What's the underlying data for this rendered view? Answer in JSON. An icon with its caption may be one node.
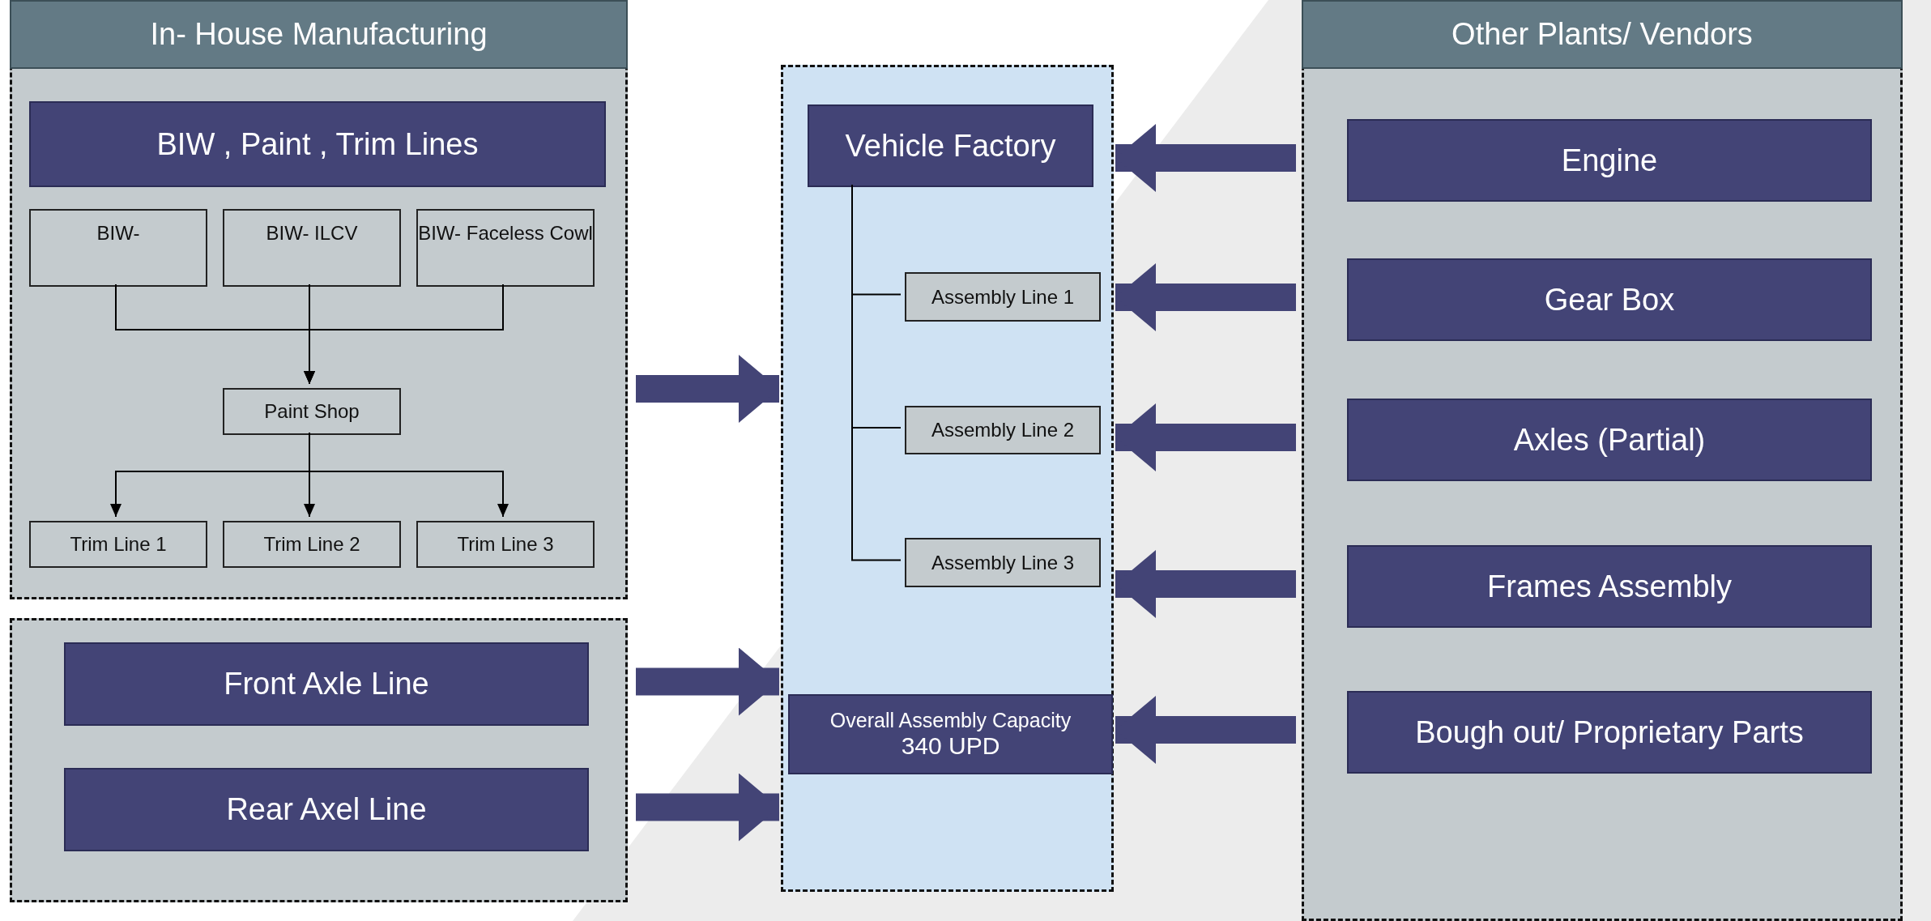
{
  "diagram": {
    "nodes": [
      {
        "text": [
          "In- House Manufacturing"
        ]
      },
      {
        "text": [
          "BIW , Paint , Trim Lines"
        ],
        "in": 0
      },
      {
        "text": [
          "BIW-"
        ],
        "in": 0
      },
      {
        "text": [
          "BIW- ILCV"
        ],
        "in": 0
      },
      {
        "text": [
          "BIW- Faceless Cowl"
        ],
        "in": 0
      },
      {
        "text": [
          "Paint Shop"
        ],
        "in": 0
      },
      {
        "text": [
          "Trim Line 1"
        ],
        "in": 0
      },
      {
        "text": [
          "Trim Line 2"
        ],
        "in": 0
      },
      {
        "text": [
          "Trim Line 3"
        ],
        "in": 0
      },
      {
        "text": [],
        "shape": "box"
      },
      {
        "text": [
          "Front Axle Line"
        ],
        "in": 9
      },
      {
        "text": [
          "Rear Axel Line"
        ],
        "in": 9
      },
      {
        "text": [],
        "shape": "box"
      },
      {
        "text": [
          "Vehicle Factory"
        ],
        "in": 12
      },
      {
        "text": [
          "Assembly Line 1"
        ],
        "in": 12
      },
      {
        "text": [
          "Assembly Line 2"
        ],
        "in": 12
      },
      {
        "text": [
          "Assembly Line 3"
        ],
        "in": 12
      },
      {
        "text": [
          "Overall Assembly Capacity",
          "340 UPD"
        ],
        "in": 12
      },
      {
        "text": [
          "Other Plants/ Vendors"
        ]
      },
      {
        "text": [
          "Engine"
        ],
        "in": 18
      },
      {
        "text": [
          "Gear Box"
        ],
        "in": 18
      },
      {
        "text": [
          "Axles (Partial)"
        ],
        "in": 18
      },
      {
        "text": [
          "Frames Assembly"
        ],
        "in": 18
      },
      {
        "text": [
          "Bough out/ Proprietary Parts"
        ],
        "in": 18
      }
    ],
    "edges": [
      {
        "from": 2,
        "to": 5,
        "arrow": "to"
      },
      {
        "from": 3,
        "to": 5,
        "arrow": "to"
      },
      {
        "from": 4,
        "to": 5,
        "arrow": "to"
      },
      {
        "from": 5,
        "to": 6,
        "arrow": "to"
      },
      {
        "from": 5,
        "to": 7,
        "arrow": "to"
      },
      {
        "from": 5,
        "to": 8,
        "arrow": "to"
      },
      {
        "from": 13,
        "to": 14,
        "arrow": "none"
      },
      {
        "from": 13,
        "to": 15,
        "arrow": "none"
      },
      {
        "from": 13,
        "to": 16,
        "arrow": "none"
      },
      {
        "from": 0,
        "to": 12,
        "arrow": "to",
        "style": "thick",
        "color": "#434476"
      },
      {
        "from": 10,
        "to": 12,
        "arrow": "to",
        "style": "thick",
        "color": "#434476"
      },
      {
        "from": 11,
        "to": 12,
        "arrow": "to",
        "style": "thick",
        "color": "#434476"
      },
      {
        "from": 19,
        "to": 12,
        "arrow": "to",
        "style": "thick",
        "color": "#434476"
      },
      {
        "from": 20,
        "to": 12,
        "arrow": "to",
        "style": "thick",
        "color": "#434476"
      },
      {
        "from": 21,
        "to": 12,
        "arrow": "to",
        "style": "thick",
        "color": "#434476"
      },
      {
        "from": 22,
        "to": 12,
        "arrow": "to",
        "style": "thick",
        "color": "#434476"
      },
      {
        "from": 23,
        "to": 12,
        "arrow": "to",
        "style": "thick",
        "color": "#434476"
      }
    ]
  }
}
